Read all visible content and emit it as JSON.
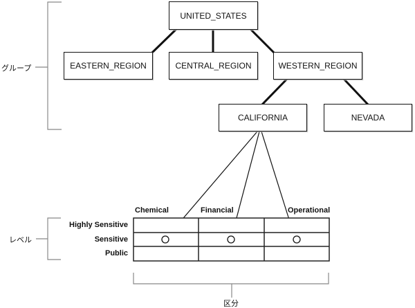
{
  "hierarchy": {
    "root": "UNITED_STATES",
    "regions": [
      "EASTERN_REGION",
      "CENTRAL_REGION",
      "WESTERN_REGION"
    ],
    "states": [
      "CALIFORNIA",
      "NEVADA"
    ]
  },
  "brackets": {
    "group_label": "グループ",
    "level_label": "レベル",
    "compartment_label": "区分"
  },
  "grid": {
    "columns": [
      "Chemical",
      "Financial",
      "Operational"
    ],
    "rows": [
      "Highly Sensitive",
      "Sensitive",
      "Public"
    ],
    "marked_row": "Sensitive"
  }
}
